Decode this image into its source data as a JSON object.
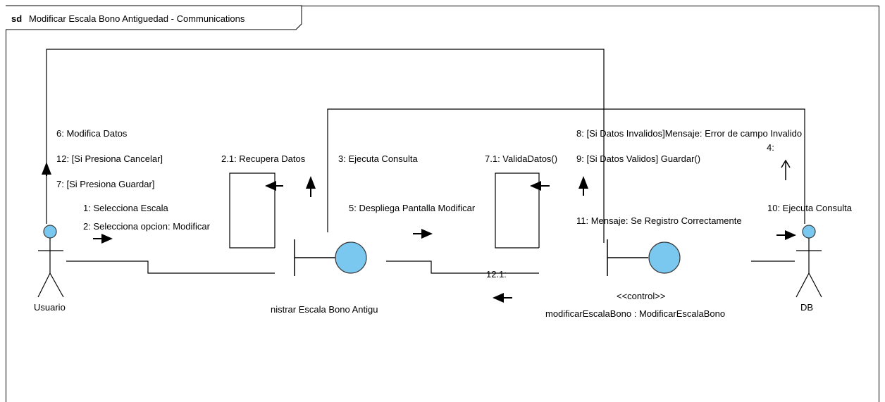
{
  "frame": {
    "keyword": "sd",
    "title": "Modificar Escala Bono Antiguedad - Communications"
  },
  "lifelines": {
    "usuario": {
      "name": "Usuario",
      "kind": "actor"
    },
    "db": {
      "name": "DB",
      "kind": "actor"
    },
    "boundary": {
      "name": "nistrar Escala Bono Antigu",
      "kind": "boundary"
    },
    "control": {
      "stereotype": "<<control>>",
      "name": "modificarEscalaBono : ModificarEscalaBono",
      "kind": "control"
    }
  },
  "messages": {
    "m6": "6: Modifica Datos",
    "m12": "12: [Si Presiona Cancelar]",
    "m7": "7: [Si Presiona Guardar]",
    "m1": "1: Selecciona Escala",
    "m2": "2: Selecciona opcion: Modificar",
    "m21": "2.1: Recupera Datos",
    "m3": "3: Ejecuta Consulta",
    "m5": "5: Despliega Pantalla Modificar",
    "m71": "7.1: ValidaDatos()",
    "m8": "8: [Si Datos Invalidos]Mensaje: Error de campo Invalido",
    "m9": "9: [Si Datos Validos] Guardar()",
    "m4": "4:",
    "m10": "10: Ejecuta Consulta",
    "m11": "11: Mensaje: Se Registro Correctamente",
    "m121": "12.1:"
  },
  "colors": {
    "line": "#000000",
    "lifeline_fill": "#7ac8ef",
    "lifeline_stroke": "#3a3a3a",
    "background": "#ffffff"
  }
}
